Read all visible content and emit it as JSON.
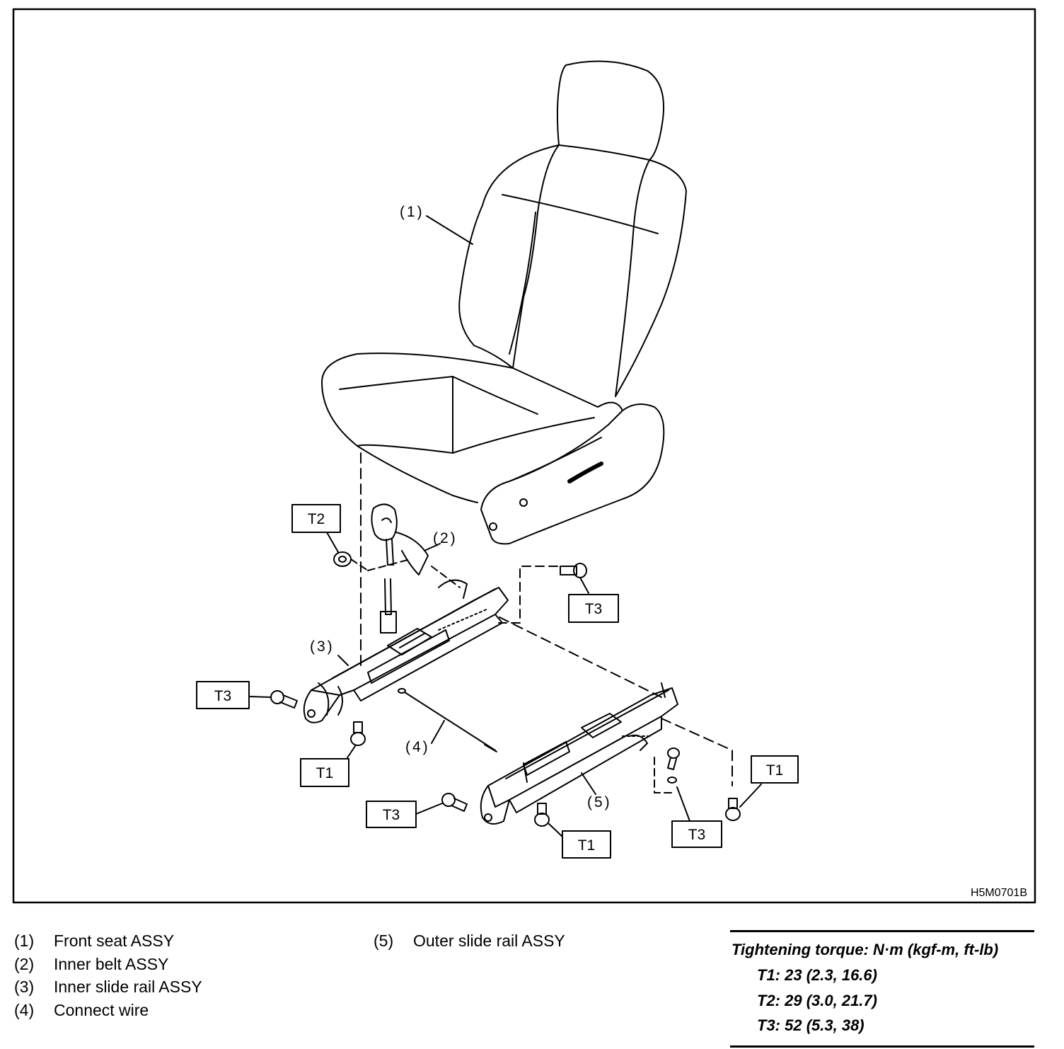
{
  "figure_code": "H5M0701B",
  "callouts": {
    "c1": "(1)",
    "c2": "(2)",
    "c3": "(3)",
    "c4": "(4)",
    "c5": "(5)"
  },
  "torque_tags": {
    "t2": "T2",
    "t3_top": "T3",
    "t3_left": "T3",
    "t1_left": "T1",
    "t1_right": "T1",
    "t3_bottom_left": "T3",
    "t1_bottom": "T1",
    "t3_bottom_right": "T3"
  },
  "legend": [
    {
      "num": "(1)",
      "text": "Front seat ASSY"
    },
    {
      "num": "(2)",
      "text": "Inner belt ASSY"
    },
    {
      "num": "(3)",
      "text": "Inner slide rail ASSY"
    },
    {
      "num": "(4)",
      "text": "Connect wire"
    },
    {
      "num": "(5)",
      "text": "Outer slide rail ASSY"
    }
  ],
  "torque_table": {
    "heading": "Tightening torque: N·m (kgf-m, ft-lb)",
    "rows": [
      "T1: 23 (2.3, 16.6)",
      "T2: 29 (3.0, 21.7)",
      "T3: 52 (5.3, 38)"
    ]
  }
}
